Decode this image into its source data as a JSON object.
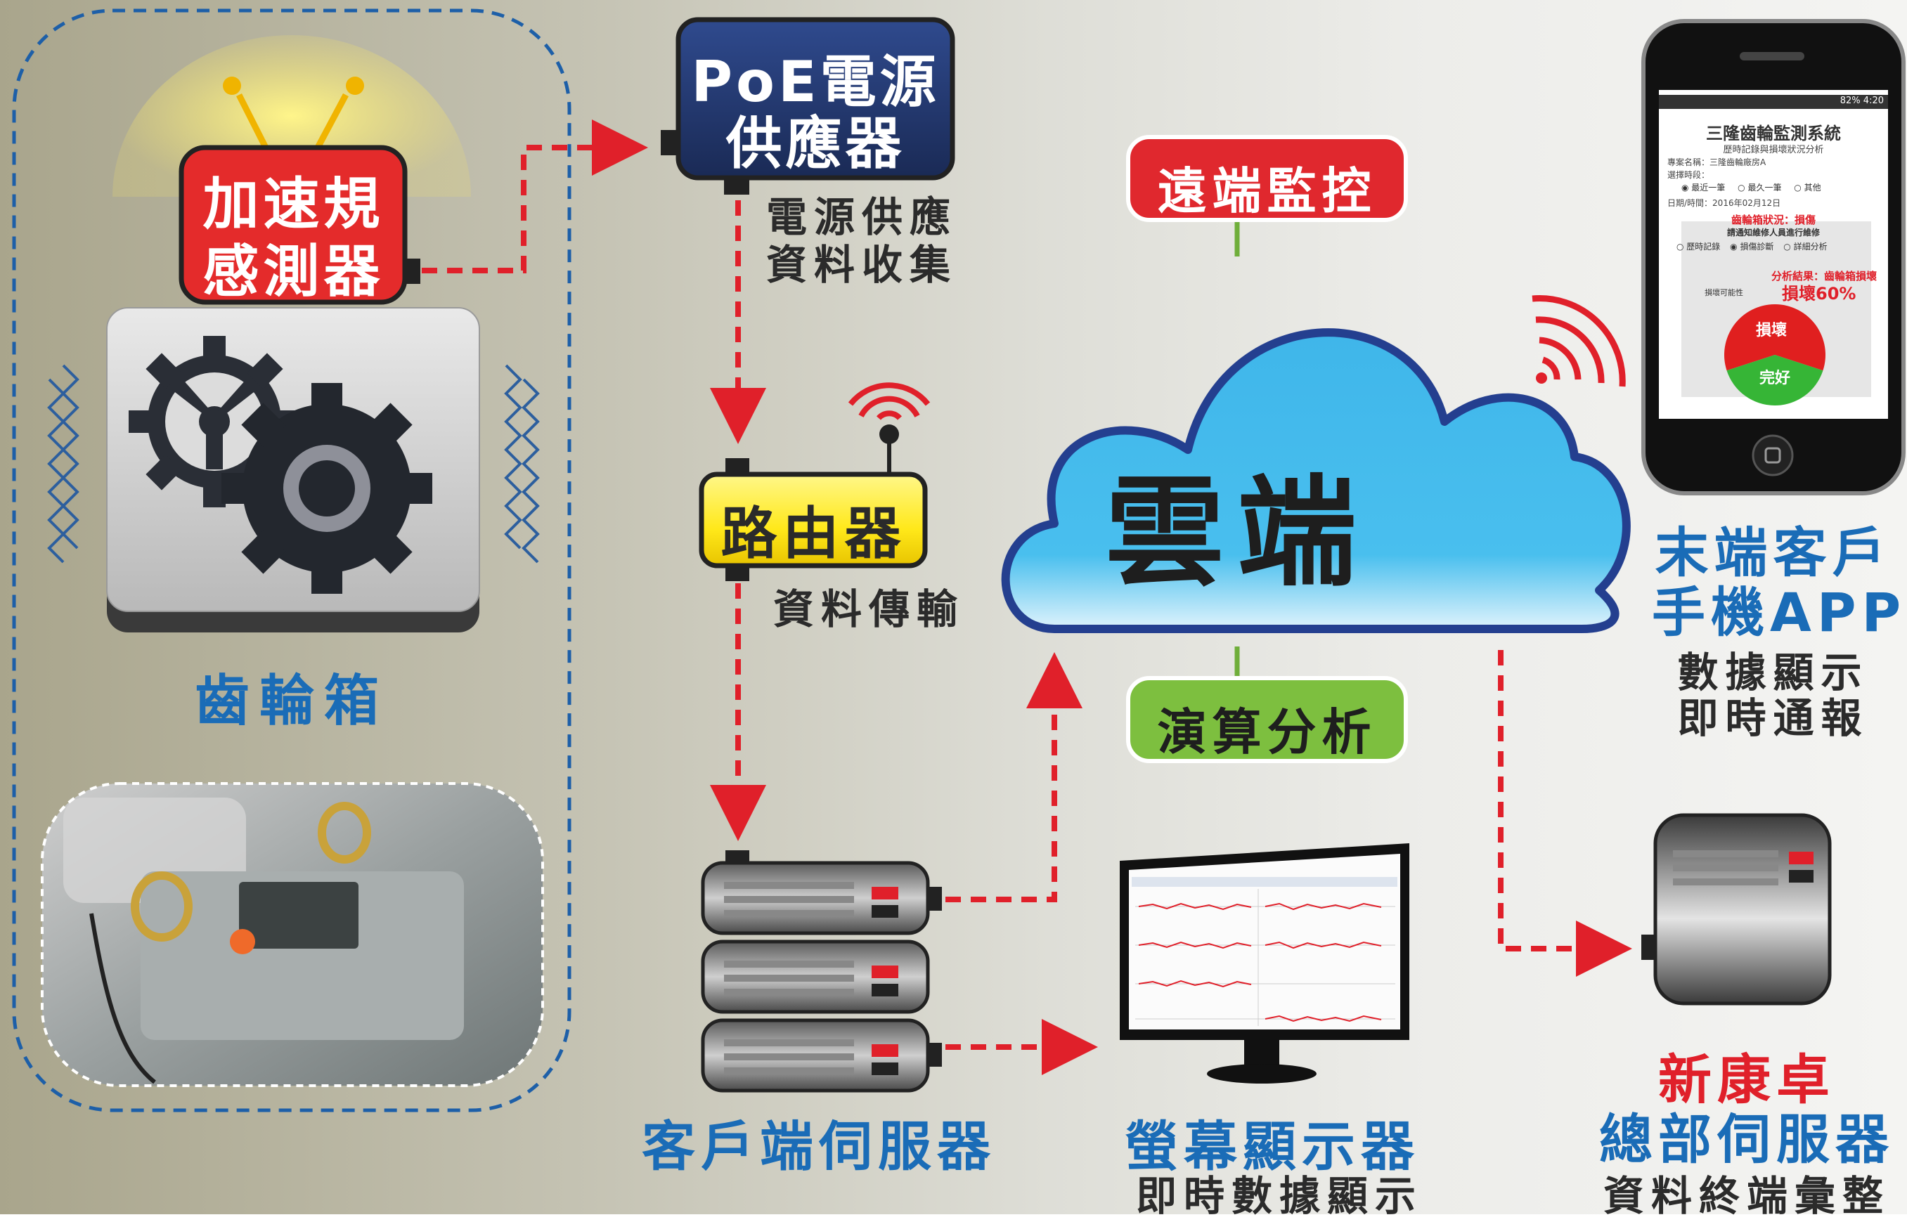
{
  "gearbox": {
    "sensor_label_1": "加速規",
    "sensor_label_2": "感測器",
    "label": "齒輪箱"
  },
  "poe": {
    "box_line_1": "PoE電源",
    "box_line_2": "供應器",
    "desc_1": "電源供應",
    "desc_2": "資料收集"
  },
  "router": {
    "label": "路由器",
    "desc": "資料傳輸"
  },
  "client_server": {
    "label": "客戶端伺服器"
  },
  "cloud": {
    "label": "雲端",
    "top_badge": "遠端監控",
    "bottom_badge": "演算分析"
  },
  "monitor": {
    "label": "螢幕顯示器",
    "desc": "即時數據顯示"
  },
  "phone": {
    "label_1": "末端客戶",
    "label_2": "手機APP",
    "desc_1": "數據顯示",
    "desc_2": "即時通報",
    "screen": {
      "status": "82% 4:20",
      "title": "三隆齒輪監測系統",
      "subtitle": "歷時記錄與損壞狀況分析",
      "project": "專案名稱：三隆齒輪廠房A",
      "period_label": "選擇時段：",
      "options": [
        "最近一筆",
        "最久一筆",
        "其他"
      ],
      "date": "日期/時間：2016年02月12日",
      "status_title": "齒輪箱狀況：損傷",
      "status_note": "請通知維修人員進行維修",
      "tabs": [
        "歷時記錄",
        "損傷診斷",
        "詳細分析"
      ],
      "result": "分析結果：齒輪箱損壞",
      "prob_label": "損壞可能性",
      "prob_value": "損壞60%",
      "pie_bad": "損壞",
      "pie_good": "完好",
      "damage_fraction": 0.6
    }
  },
  "hq_server": {
    "label_1": "新康卓",
    "label_2": "總部伺服器",
    "desc": "資料終端彙整"
  },
  "colors": {
    "blue_text": "#1a6cb7",
    "red_arrow": "#e0202a",
    "cloud": "#41b8ea",
    "cloud_border": "#243f8f",
    "green_badge": "#7dbf3f",
    "red_badge": "#e0282e"
  }
}
